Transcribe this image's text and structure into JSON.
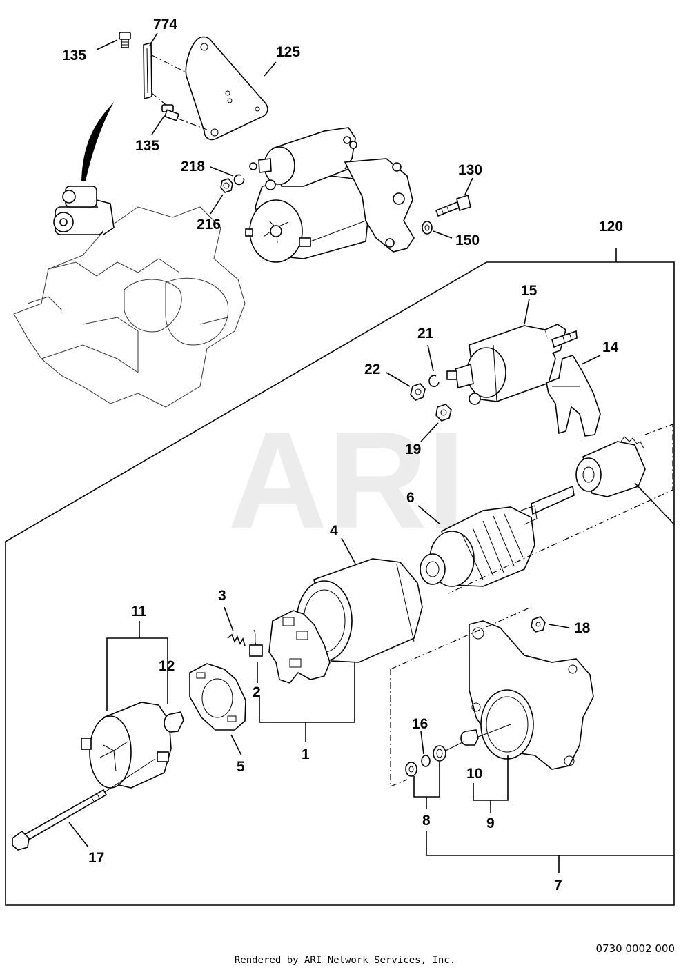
{
  "watermark": "ARI",
  "callouts": {
    "c135a": "135",
    "c774": "774",
    "c125": "125",
    "c135b": "135",
    "c218": "218",
    "c216": "216",
    "c130": "130",
    "c150": "150",
    "c120": "120",
    "c15": "15",
    "c21": "21",
    "c22": "22",
    "c14": "14",
    "c19": "19",
    "c6": "6",
    "c4": "4",
    "c3": "3",
    "c11": "11",
    "c12": "12",
    "c2": "2",
    "c18": "18",
    "c1": "1",
    "c5": "5",
    "c16": "16",
    "c10": "10",
    "c8": "8",
    "c9": "9",
    "c17": "17",
    "c7": "7"
  },
  "footer": {
    "drawing_code": "0730 0002 000",
    "credit": "Rendered by ARI Network Services, Inc."
  }
}
